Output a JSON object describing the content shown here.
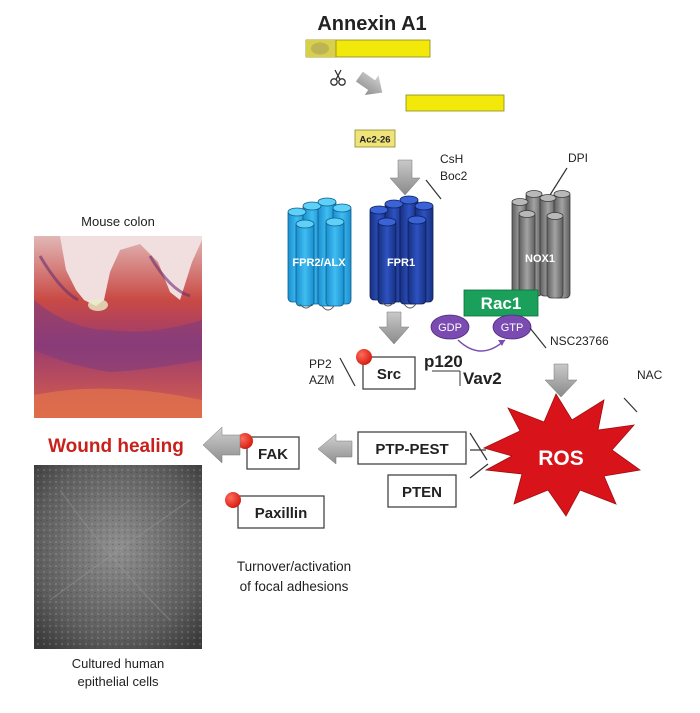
{
  "title": "Annexin A1",
  "peptide_label": "Ac2-26",
  "inhibitors": {
    "csh": "CsH",
    "boc2": "Boc2",
    "dpi": "DPI",
    "nsc": "NSC23766",
    "pp2": "PP2",
    "azm": "AZM",
    "nac": "NAC"
  },
  "receptors": {
    "fpr2": "FPR2/ALX",
    "fpr1": "FPR1",
    "nox1": "NOX1"
  },
  "signaling": {
    "rac1": "Rac1",
    "gdp": "GDP",
    "gtp": "GTP",
    "src": "Src",
    "p120": "p120",
    "vav2": "Vav2",
    "ros": "ROS",
    "ptp_pest": "PTP-PEST",
    "pten": "PTEN",
    "fak": "FAK",
    "paxillin": "Paxillin"
  },
  "outcome": "Wound healing",
  "panels": {
    "top_caption": "Mouse colon",
    "bottom_caption_line1": "Cultured human",
    "bottom_caption_line2": "epithelial cells"
  },
  "turnover_line1": "Turnover/activation",
  "turnover_line2": "of focal adhesions",
  "colors": {
    "accent_yellow": "#f2e80a",
    "fpr2_blue": "#2aa8e0",
    "fpr1_blue": "#1c3d9c",
    "nox_gray": "#7a7a7a",
    "rac_green": "#1aa05a",
    "gtp_purple": "#7a4bb0",
    "ros_red": "#d8141a",
    "wound_red": "#c8211b"
  }
}
